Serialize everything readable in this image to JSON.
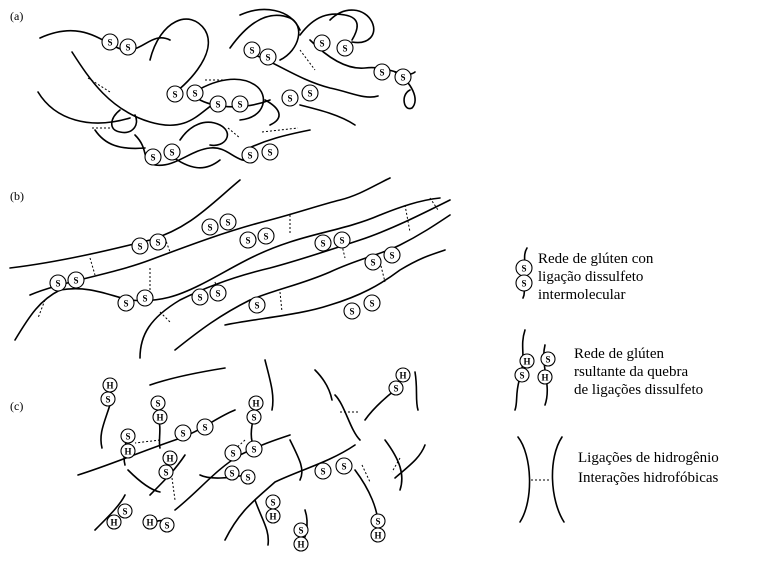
{
  "figure": {
    "panel_labels": {
      "a": "(a)",
      "b": "(b)",
      "c": "(c)"
    },
    "atom_symbols": {
      "sulfur": "S",
      "hydrogen": "H"
    }
  },
  "legend": {
    "disulfide": {
      "line1": "Rede de glúten con",
      "line2": "ligação dissulfeto",
      "line3": "intermolecular"
    },
    "broken": {
      "line1": "Rede de glúten",
      "line2": "rsultante da quebra",
      "line3": "de ligações dissulfeto"
    },
    "bonds": {
      "line1": "Ligações de hidrogênio",
      "line2": "Interações hidrofóbicas"
    }
  }
}
